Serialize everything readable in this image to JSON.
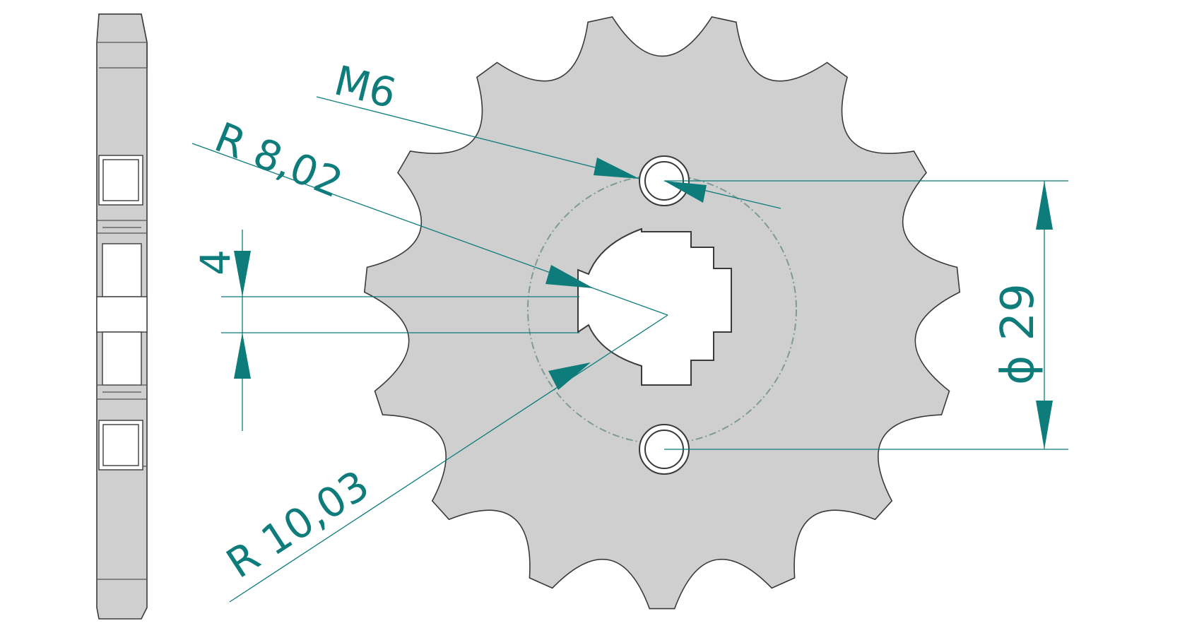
{
  "drawing": {
    "teeth_count": 15,
    "colors": {
      "dimension": "#0e7c7b",
      "part_fill": "#cfcfcf",
      "outline": "#3a3a3a",
      "background": "#ffffff"
    },
    "labels": {
      "thread": "M6",
      "inner_radius": "R  8,02",
      "outer_radius": "R  10,03",
      "spline_width": "4",
      "pitch_diameter": "ϕ 29"
    }
  }
}
